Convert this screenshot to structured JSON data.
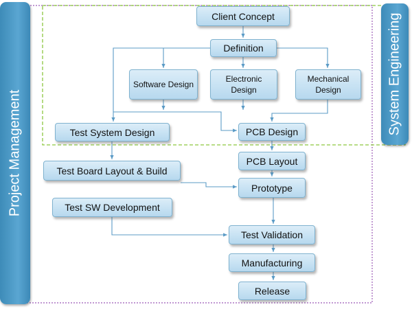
{
  "bands": {
    "project_management": "Project Management",
    "system_engineering": "System Engineering"
  },
  "nodes": {
    "client_concept": "Client Concept",
    "definition": "Definition",
    "software_design": "Software Design",
    "electronic_design": "Electronic Design",
    "mechanical_design": "Mechanical Design",
    "test_system_design": "Test System Design",
    "pcb_design": "PCB  Design",
    "pcb_layout": "PCB Layout",
    "test_board": "Test Board Layout & Build",
    "prototype": "Prototype",
    "test_sw": "Test SW Development",
    "test_validation": "Test Validation",
    "manufacturing": "Manufacturing",
    "release": "Release"
  },
  "colors": {
    "band_blue": "#4f9ccb",
    "node_fill": "#c7e2f3",
    "node_border": "#7fb2cf",
    "arrow": "#5b9bc6",
    "system_engineering_border": "#8cc63f",
    "project_management_border": "#9b59b6"
  }
}
